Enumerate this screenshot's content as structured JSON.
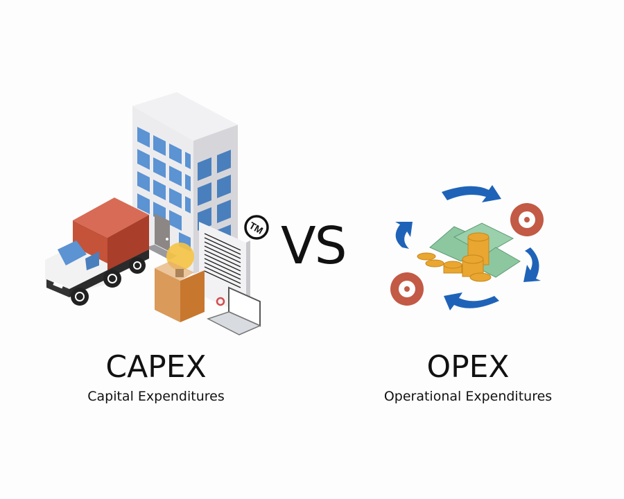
{
  "comparison": {
    "separator": "VS",
    "left": {
      "title": "CAPEX",
      "subtitle": "Capital Expenditures",
      "illustration": "building-truck-box-lightbulb-document-laptop-trademark",
      "icons": [
        "office-building-icon",
        "delivery-truck-icon",
        "cardboard-box-icon",
        "lightbulb-icon",
        "document-icon",
        "laptop-icon",
        "trademark-icon"
      ]
    },
    "right": {
      "title": "OPEX",
      "subtitle": "Operational Expenditures",
      "illustration": "money-coins-cycle-arrows-gears",
      "icons": [
        "cash-stack-icon",
        "coin-stack-icon",
        "cycle-arrow-icon",
        "gear-icon"
      ]
    }
  },
  "trademark_symbol": "TM",
  "colors": {
    "background": "#fdfdfd",
    "text": "#111111",
    "window_blue": "#5b93d3",
    "truck_red": "#c4533a",
    "box_orange": "#d98a3e",
    "bulb_yellow": "#f6c342",
    "arrow_blue": "#1f63b8",
    "gear_red": "#c25a45",
    "cash_green": "#8cc7a0",
    "coin_gold": "#e9a630"
  }
}
